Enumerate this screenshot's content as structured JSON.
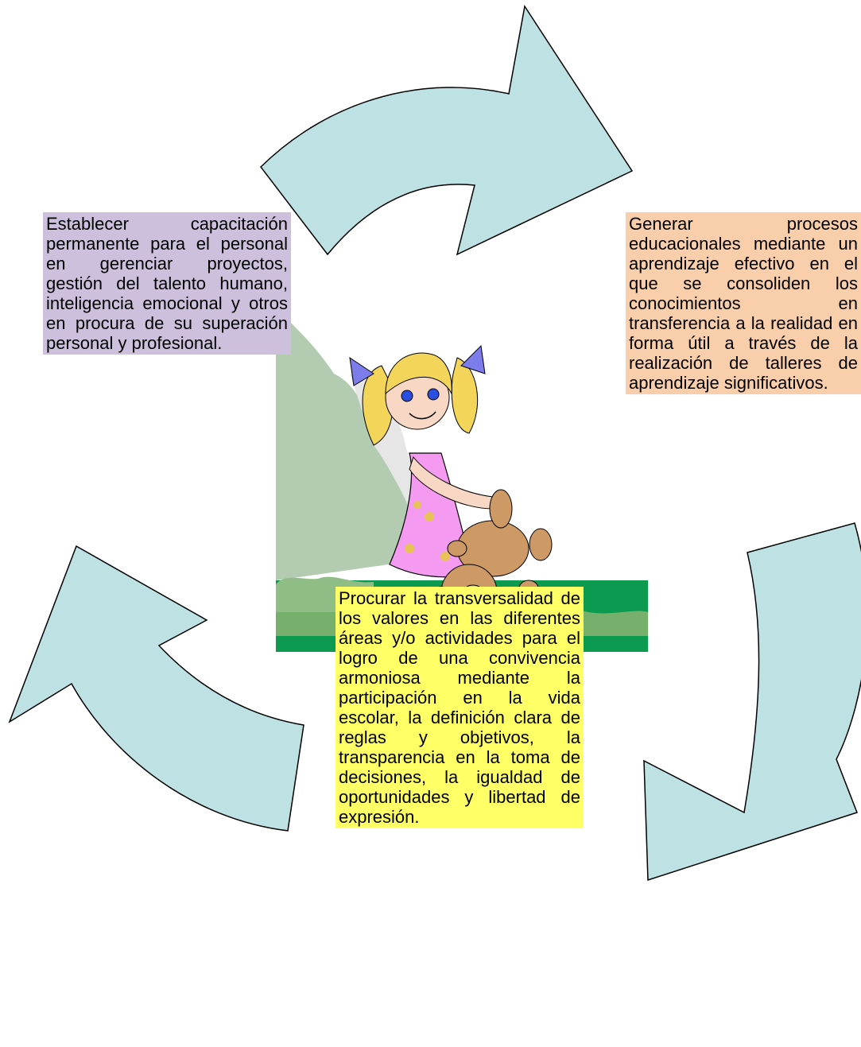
{
  "colors": {
    "arrow_fill": "#bee2e4",
    "arrow_stroke": "#000000",
    "left_box": "#cdc0dc",
    "right_box": "#f9ceaa",
    "bottom_box": "#ffff66"
  },
  "boxes": {
    "left": {
      "text": "Establecer capacitación permanente para el personal en gerenciar proyectos, gestión del talento humano, inteligencia emocional y otros en procura de su superación personal y profesional."
    },
    "right": {
      "text": "Generar procesos educacionales mediante un aprendizaje efectivo en el que se consoliden los conocimientos en transferencia a la realidad en forma útil a través de la realización de talleres de aprendizaje significativos."
    },
    "bottom": {
      "text": "Procurar la transversalidad de los valores en las diferentes áreas y/o actividades para el logro de una convivencia armoniosa mediante la participación en la vida escolar, la definición clara de reglas y objetivos, la transparencia en la toma de decisiones, la igualdad de oportunidades y libertad de expresión."
    }
  },
  "icons": {
    "center_image": "girl-with-teddy-bear-clipart"
  }
}
